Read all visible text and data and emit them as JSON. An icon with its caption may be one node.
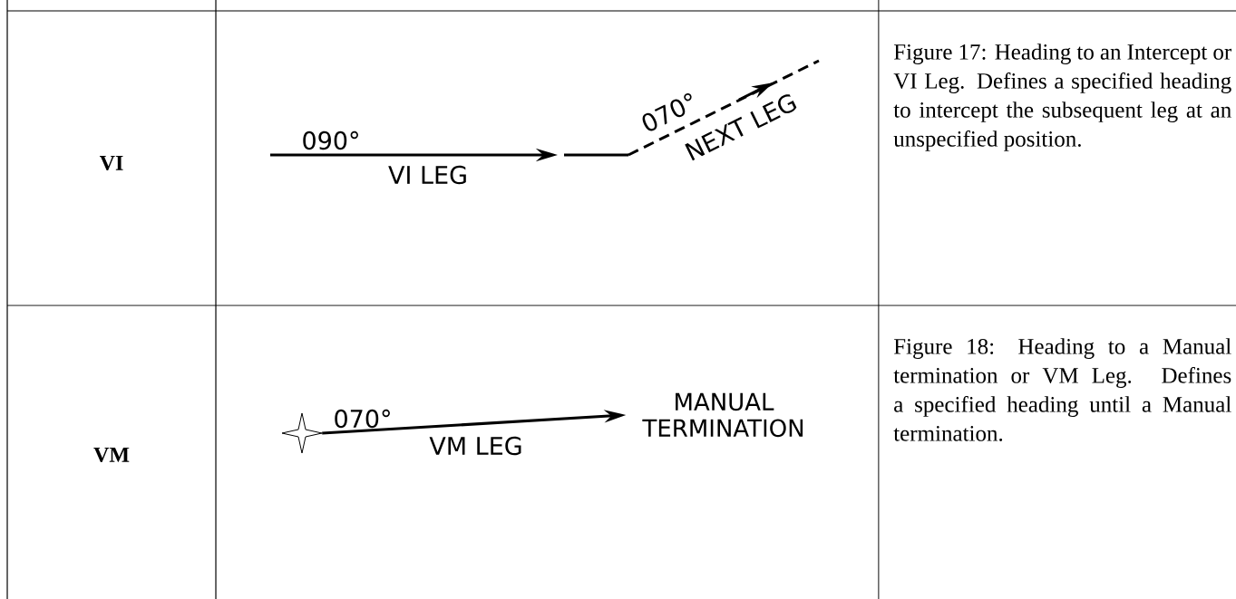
{
  "diagram": {
    "nodes": [
      {
        "text": [],
        "shape": "star"
      },
      {
        "text": [
          "MANUAL TERMINATION"
        ]
      }
    ],
    "edges": [
      {
        "from": 0,
        "to": 1,
        "arrow": "to"
      }
    ],
    "labels": [
      "VI",
      "090°",
      "VI LEG",
      "070°",
      "NEXT LEG",
      "Figure 17: Heading to an Intercept or VI Leg. Defines a specified heading to intercept the subsequent leg at an unspecified position.",
      "VM",
      "070°",
      "VM LEG",
      "Figure 18: Heading to a Manual termination or VM Leg. Defines a specified heading until a Manual termination."
    ]
  }
}
